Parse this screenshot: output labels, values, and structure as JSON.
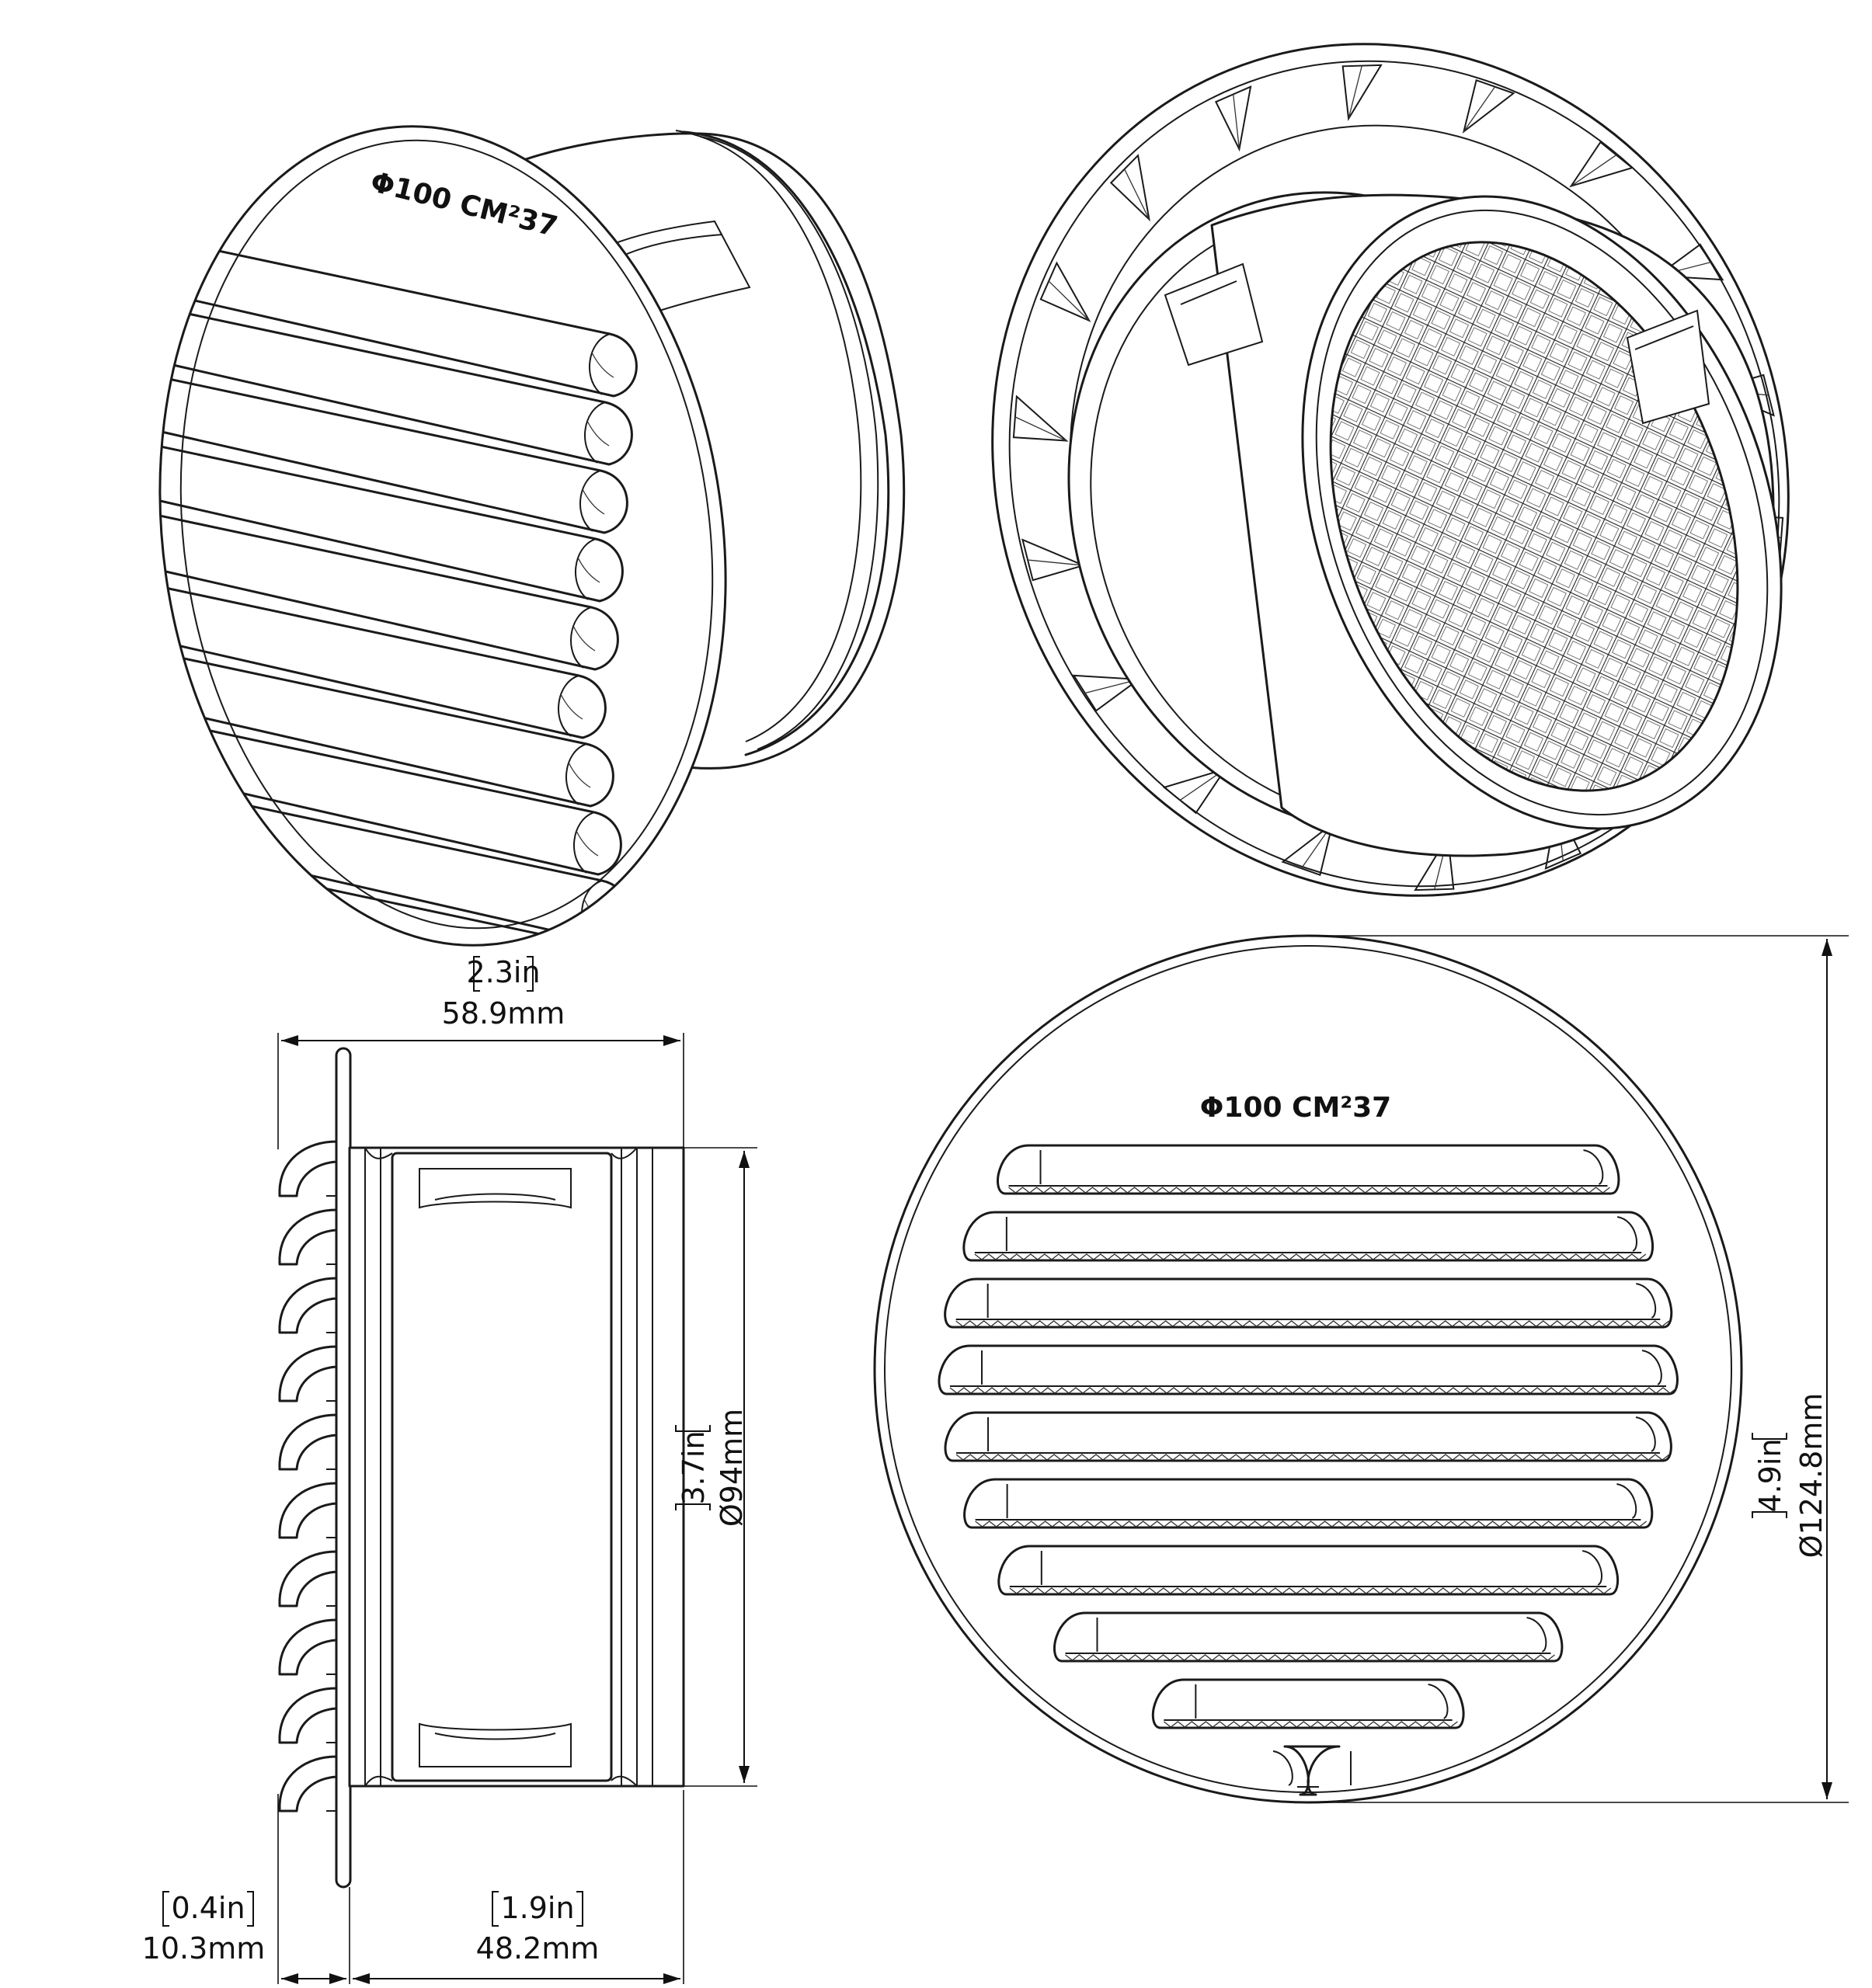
{
  "product_marking": "Φ100 CM²37",
  "dimensions": {
    "width_total": {
      "imperial": "2.3in",
      "metric": "58.9mm"
    },
    "flange_depth": {
      "imperial": "0.4in",
      "metric": "10.3mm"
    },
    "spigot_length": {
      "imperial": "1.9in",
      "metric": "48.2mm"
    },
    "spigot_diameter": {
      "imperial": "3.7in",
      "metric": "Ø94mm"
    },
    "face_diameter": {
      "imperial": "4.9in",
      "metric": "Ø124.8mm"
    }
  },
  "views": [
    "front-isometric",
    "rear-isometric",
    "side",
    "front"
  ],
  "louver_count": 10,
  "line_color": "#1a1a1a"
}
